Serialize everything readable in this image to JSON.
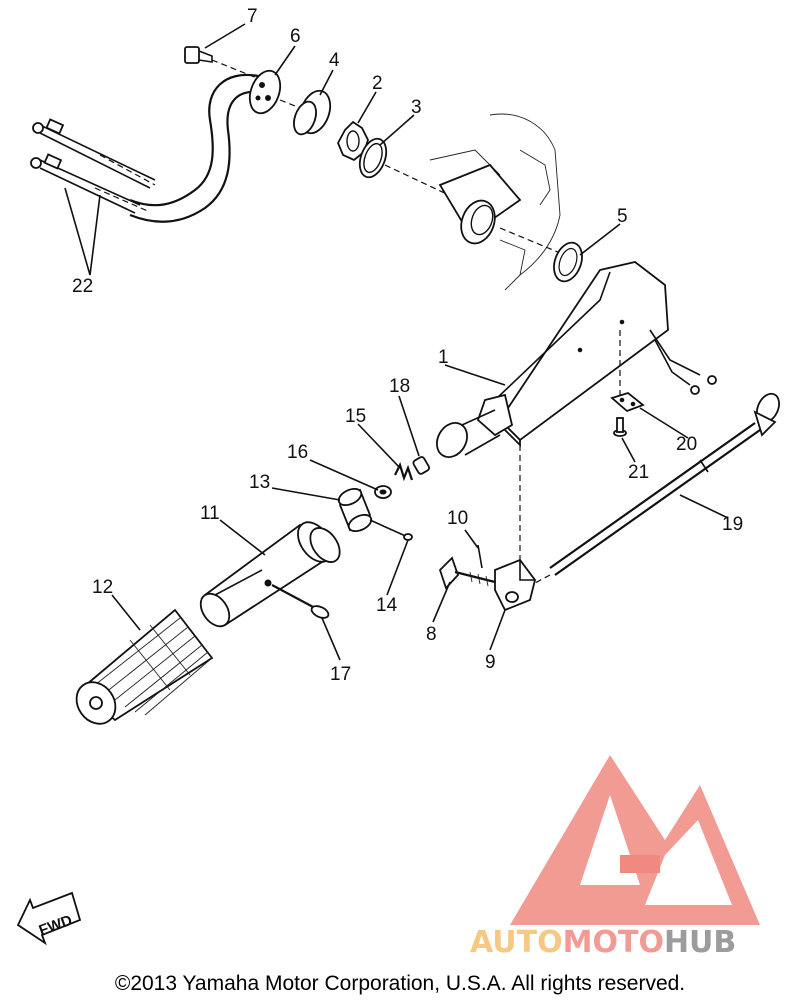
{
  "copyright": "©2013 Yamaha Motor Corporation, U.S.A. All rights reserved.",
  "watermark": {
    "part1": "AUTO",
    "part2": "MOTO",
    "part3": "HUB",
    "color_auto": "#f6c983",
    "color_moto": "#f29a93",
    "color_hub": "#9c9c9c",
    "logo_color": "#f08a80"
  },
  "fwd_label": "FWD",
  "callouts": {
    "c1": "1",
    "c2": "2",
    "c3": "3",
    "c4": "4",
    "c5": "5",
    "c6": "6",
    "c7": "7",
    "c8": "8",
    "c9": "9",
    "c10": "10",
    "c11": "11",
    "c12": "12",
    "c13": "13",
    "c14": "14",
    "c15": "15",
    "c16": "16",
    "c17": "17",
    "c18": "18",
    "c19": "19",
    "c20": "20",
    "c21": "21",
    "c22": "22"
  }
}
